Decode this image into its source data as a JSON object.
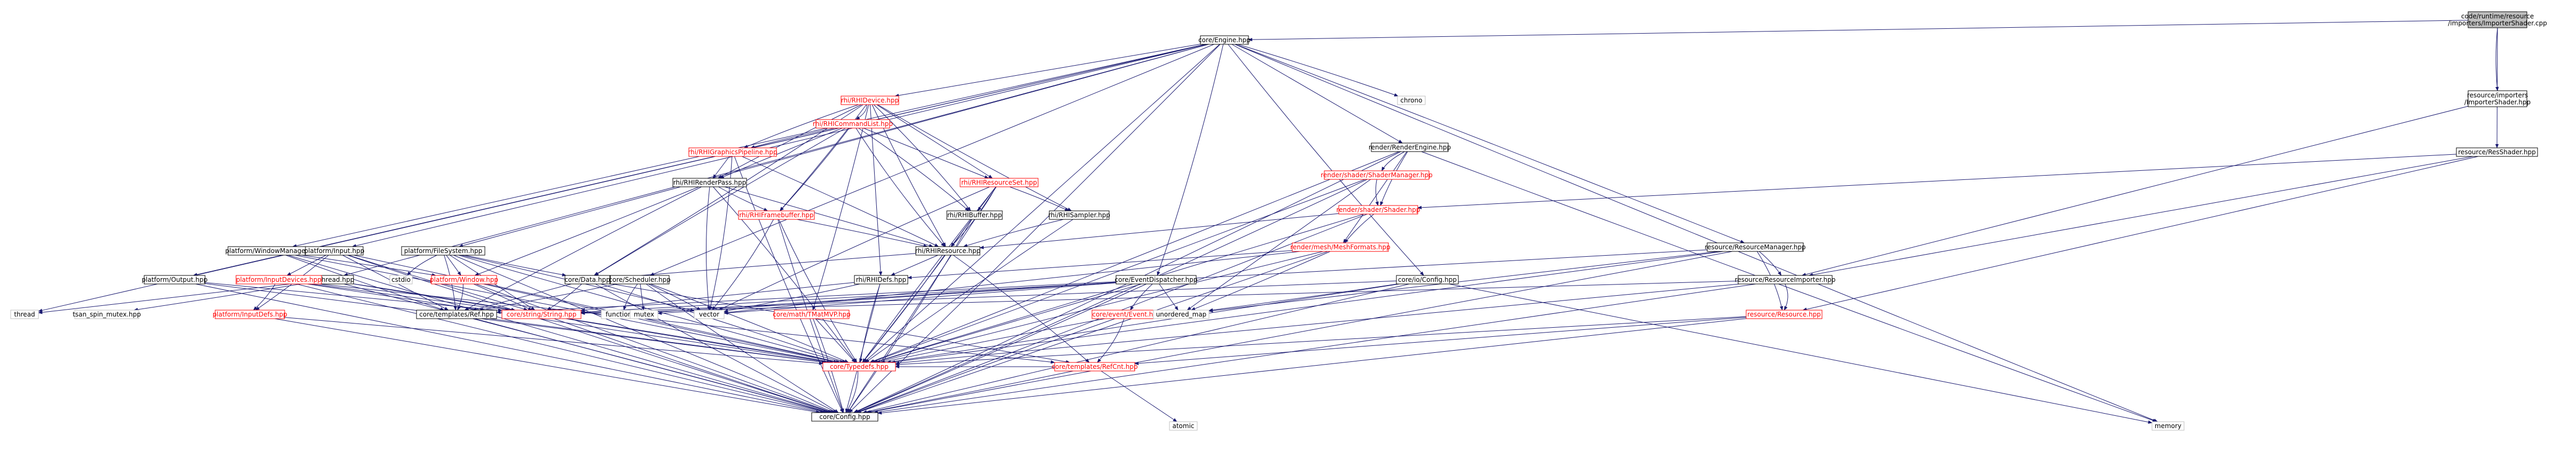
{
  "nodes": {
    "importer_cpp": {
      "lines": [
        "code/runtime/resource",
        "/importers/ImporterShader.cpp"
      ],
      "kind": "root"
    },
    "engine": {
      "lines": [
        "core/Engine.hpp"
      ],
      "kind": "normal"
    },
    "rhidevice": {
      "lines": [
        "rhi/RHIDevice.hpp"
      ],
      "kind": "red"
    },
    "chrono": {
      "lines": [
        "chrono"
      ],
      "kind": "leaf"
    },
    "resimpshader": {
      "lines": [
        "resource/importers",
        "/ImporterShader.hpp"
      ],
      "kind": "normal"
    },
    "resshader": {
      "lines": [
        "resource/ResShader.hpp"
      ],
      "kind": "normal"
    },
    "rhicmdlist": {
      "lines": [
        "rhi/RHICommandList.hpp"
      ],
      "kind": "red"
    },
    "rhigfxpipe": {
      "lines": [
        "rhi/RHIGraphicsPipeline.hpp"
      ],
      "kind": "red"
    },
    "rhirenderpass": {
      "lines": [
        "rhi/RHIRenderPass.hpp"
      ],
      "kind": "normal"
    },
    "rhiresset": {
      "lines": [
        "rhi/RHIResourceSet.hpp"
      ],
      "kind": "red"
    },
    "rhiframebuffer": {
      "lines": [
        "rhi/RHIFramebuffer.hpp"
      ],
      "kind": "red"
    },
    "rhibuffer": {
      "lines": [
        "rhi/RHIBuffer.hpp"
      ],
      "kind": "normal"
    },
    "rhisampler": {
      "lines": [
        "rhi/RHISampler.hpp"
      ],
      "kind": "normal"
    },
    "rhiresource": {
      "lines": [
        "rhi/RHIResource.hpp"
      ],
      "kind": "normal"
    },
    "rhidefs": {
      "lines": [
        "rhi/RHIDefs.hpp"
      ],
      "kind": "normal"
    },
    "renderengine": {
      "lines": [
        "render/RenderEngine.hpp"
      ],
      "kind": "normal"
    },
    "shadermanager": {
      "lines": [
        "render/shader/ShaderManager.hpp"
      ],
      "kind": "red"
    },
    "shader": {
      "lines": [
        "render/shader/Shader.hpp"
      ],
      "kind": "red"
    },
    "meshformats": {
      "lines": [
        "render/mesh/MeshFormats.hpp"
      ],
      "kind": "red"
    },
    "resmanager": {
      "lines": [
        "resource/ResourceManager.hpp"
      ],
      "kind": "normal"
    },
    "resimporter": {
      "lines": [
        "resource/ResourceImporter.hpp"
      ],
      "kind": "normal"
    },
    "resresource": {
      "lines": [
        "resource/Resource.hpp"
      ],
      "kind": "red"
    },
    "ioconfig": {
      "lines": [
        "core/io/Config.hpp"
      ],
      "kind": "normal"
    },
    "eventdispatcher": {
      "lines": [
        "core/EventDispatcher.hpp"
      ],
      "kind": "normal"
    },
    "event": {
      "lines": [
        "core/event/Event.hpp"
      ],
      "kind": "red"
    },
    "tmatmvp": {
      "lines": [
        "core/math/TMatMVP.hpp"
      ],
      "kind": "red"
    },
    "data": {
      "lines": [
        "core/Data.hpp"
      ],
      "kind": "normal"
    },
    "scheduler": {
      "lines": [
        "core/Scheduler.hpp"
      ],
      "kind": "normal"
    },
    "thread": {
      "lines": [
        "core/Thread.hpp"
      ],
      "kind": "normal"
    },
    "filesystem": {
      "lines": [
        "platform/FileSystem.hpp"
      ],
      "kind": "normal"
    },
    "winmanager": {
      "lines": [
        "platform/WindowManager.hpp"
      ],
      "kind": "normal"
    },
    "pinput": {
      "lines": [
        "platform/Input.hpp"
      ],
      "kind": "normal"
    },
    "inputdevices": {
      "lines": [
        "platform/InputDevices.hpp"
      ],
      "kind": "red"
    },
    "inputdefs": {
      "lines": [
        "platform/InputDefs.hpp"
      ],
      "kind": "red"
    },
    "window": {
      "lines": [
        "platform/Window.hpp"
      ],
      "kind": "red"
    },
    "poutput": {
      "lines": [
        "platform/Output.hpp"
      ],
      "kind": "normal"
    },
    "ref": {
      "lines": [
        "core/templates/Ref.hpp"
      ],
      "kind": "normal"
    },
    "string": {
      "lines": [
        "core/string/String.hpp"
      ],
      "kind": "red"
    },
    "refcnt": {
      "lines": [
        "core/templates/RefCnt.hpp"
      ],
      "kind": "red"
    },
    "typedefs": {
      "lines": [
        "core/Typedefs.hpp"
      ],
      "kind": "red"
    },
    "config": {
      "lines": [
        "core/Config.hpp"
      ],
      "kind": "normal"
    },
    "cstdio": {
      "lines": [
        "cstdio"
      ],
      "kind": "leaf"
    },
    "functional": {
      "lines": [
        "functional"
      ],
      "kind": "leaf"
    },
    "mutex": {
      "lines": [
        "mutex"
      ],
      "kind": "leaf"
    },
    "vector": {
      "lines": [
        "vector"
      ],
      "kind": "leaf"
    },
    "unordered_map": {
      "lines": [
        "unordered_map"
      ],
      "kind": "leaf"
    },
    "thread_std": {
      "lines": [
        "thread"
      ],
      "kind": "leaf"
    },
    "tsm": {
      "lines": [
        "tsan_spin_mutex.hpp"
      ],
      "kind": "leaf"
    },
    "atomic": {
      "lines": [
        "atomic"
      ],
      "kind": "leaf"
    },
    "memory": {
      "lines": [
        "memory"
      ],
      "kind": "leaf"
    }
  },
  "edges": [
    [
      "importer_cpp",
      "engine"
    ],
    [
      "importer_cpp",
      "resimpshader"
    ],
    [
      "importer_cpp",
      "resshader"
    ],
    [
      "engine",
      "rhidevice"
    ],
    [
      "engine",
      "chrono"
    ],
    [
      "engine",
      "memory"
    ],
    [
      "engine",
      "thread_std"
    ],
    [
      "engine",
      "renderengine"
    ],
    [
      "engine",
      "resmanager"
    ],
    [
      "engine",
      "eventdispatcher"
    ],
    [
      "engine",
      "ioconfig"
    ],
    [
      "engine",
      "scheduler"
    ],
    [
      "engine",
      "thread"
    ],
    [
      "engine",
      "filesystem"
    ],
    [
      "engine",
      "winmanager"
    ],
    [
      "engine",
      "pinput"
    ],
    [
      "engine",
      "poutput"
    ],
    [
      "engine",
      "typedefs"
    ],
    [
      "engine",
      "config"
    ],
    [
      "rhidevice",
      "rhicmdlist"
    ],
    [
      "rhidevice",
      "rhigfxpipe"
    ],
    [
      "rhidevice",
      "rhirenderpass"
    ],
    [
      "rhidevice",
      "rhiresset"
    ],
    [
      "rhidevice",
      "rhiframebuffer"
    ],
    [
      "rhidevice",
      "rhibuffer"
    ],
    [
      "rhidevice",
      "rhisampler"
    ],
    [
      "rhidevice",
      "rhiresource"
    ],
    [
      "rhidevice",
      "rhidefs"
    ],
    [
      "rhidevice",
      "tmatmvp"
    ],
    [
      "rhidevice",
      "data"
    ],
    [
      "rhicmdlist",
      "rhigfxpipe"
    ],
    [
      "rhicmdlist",
      "rhirenderpass"
    ],
    [
      "rhicmdlist",
      "rhiresset"
    ],
    [
      "rhicmdlist",
      "rhiframebuffer"
    ],
    [
      "rhicmdlist",
      "rhibuffer"
    ],
    [
      "rhicmdlist",
      "rhiresource"
    ],
    [
      "rhicmdlist",
      "data"
    ],
    [
      "rhigfxpipe",
      "rhirenderpass"
    ],
    [
      "rhigfxpipe",
      "rhiresource"
    ],
    [
      "rhigfxpipe",
      "vector"
    ],
    [
      "rhigfxpipe",
      "config"
    ],
    [
      "rhirenderpass",
      "rhiframebuffer"
    ],
    [
      "rhirenderpass",
      "rhiresource"
    ],
    [
      "rhirenderpass",
      "window"
    ],
    [
      "rhirenderpass",
      "typedefs"
    ],
    [
      "rhirenderpass",
      "vector"
    ],
    [
      "rhirenderpass",
      "ref"
    ],
    [
      "rhiresset",
      "rhibuffer"
    ],
    [
      "rhiresset",
      "rhisampler"
    ],
    [
      "rhiresset",
      "rhiresource"
    ],
    [
      "rhiresset",
      "vector"
    ],
    [
      "rhiresset",
      "typedefs"
    ],
    [
      "rhiresset",
      "config"
    ],
    [
      "rhiframebuffer",
      "rhiresource"
    ],
    [
      "rhiframebuffer",
      "vector"
    ],
    [
      "rhiframebuffer",
      "typedefs"
    ],
    [
      "rhiframebuffer",
      "config"
    ],
    [
      "rhibuffer",
      "rhiresource"
    ],
    [
      "rhibuffer",
      "typedefs"
    ],
    [
      "rhibuffer",
      "config"
    ],
    [
      "rhisampler",
      "rhiresource"
    ],
    [
      "rhisampler",
      "typedefs"
    ],
    [
      "rhiresource",
      "rhidefs"
    ],
    [
      "rhiresource",
      "typedefs"
    ],
    [
      "rhiresource",
      "refcnt"
    ],
    [
      "rhiresource",
      "data"
    ],
    [
      "rhidefs",
      "typedefs"
    ],
    [
      "rhidefs",
      "config"
    ],
    [
      "rhidefs",
      "string"
    ],
    [
      "rhidefs",
      "vector"
    ],
    [
      "renderengine",
      "shadermanager"
    ],
    [
      "renderengine",
      "shader"
    ],
    [
      "renderengine",
      "meshformats"
    ],
    [
      "renderengine",
      "typedefs"
    ],
    [
      "renderengine",
      "config"
    ],
    [
      "renderengine",
      "memory"
    ],
    [
      "shadermanager",
      "shader"
    ],
    [
      "shadermanager",
      "unordered_map"
    ],
    [
      "shadermanager",
      "typedefs"
    ],
    [
      "shadermanager",
      "config"
    ],
    [
      "shader",
      "rhiresource"
    ],
    [
      "shader",
      "meshformats"
    ],
    [
      "shader",
      "typedefs"
    ],
    [
      "shader",
      "config"
    ],
    [
      "meshformats",
      "rhidefs"
    ],
    [
      "meshformats",
      "typedefs"
    ],
    [
      "meshformats",
      "config"
    ],
    [
      "meshformats",
      "vector"
    ],
    [
      "meshformats",
      "unordered_map"
    ],
    [
      "resshader",
      "resimporter"
    ],
    [
      "resshader",
      "resresource"
    ],
    [
      "resshader",
      "shader"
    ],
    [
      "resimpshader",
      "resimporter"
    ],
    [
      "resmanager",
      "resimporter"
    ],
    [
      "resmanager",
      "resresource"
    ],
    [
      "resmanager",
      "typedefs"
    ],
    [
      "resmanager",
      "config"
    ],
    [
      "resmanager",
      "unordered_map"
    ],
    [
      "resmanager",
      "string"
    ],
    [
      "resimporter",
      "resresource"
    ],
    [
      "resimporter",
      "typedefs"
    ],
    [
      "resimporter",
      "config"
    ],
    [
      "resimporter",
      "string"
    ],
    [
      "resresource",
      "typedefs"
    ],
    [
      "resresource",
      "refcnt"
    ],
    [
      "resresource",
      "config"
    ],
    [
      "ioconfig",
      "typedefs"
    ],
    [
      "ioconfig",
      "config"
    ],
    [
      "ioconfig",
      "string"
    ],
    [
      "ioconfig",
      "unordered_map"
    ],
    [
      "ioconfig",
      "memory"
    ],
    [
      "eventdispatcher",
      "event"
    ],
    [
      "eventdispatcher",
      "typedefs"
    ],
    [
      "eventdispatcher",
      "config"
    ],
    [
      "eventdispatcher",
      "functional"
    ],
    [
      "eventdispatcher",
      "mutex"
    ],
    [
      "eventdispatcher",
      "vector"
    ],
    [
      "eventdispatcher",
      "unordered_map"
    ],
    [
      "eventdispatcher",
      "ref"
    ],
    [
      "event",
      "refcnt"
    ],
    [
      "event",
      "typedefs"
    ],
    [
      "event",
      "config"
    ],
    [
      "tmatmvp",
      "typedefs"
    ],
    [
      "tmatmvp",
      "config"
    ],
    [
      "data",
      "typedefs"
    ],
    [
      "data",
      "config"
    ],
    [
      "data",
      "refcnt"
    ],
    [
      "data",
      "ref"
    ],
    [
      "data",
      "string"
    ],
    [
      "scheduler",
      "typedefs"
    ],
    [
      "scheduler",
      "config"
    ],
    [
      "scheduler",
      "functional"
    ],
    [
      "scheduler",
      "mutex"
    ],
    [
      "scheduler",
      "vector"
    ],
    [
      "scheduler",
      "ref"
    ],
    [
      "thread",
      "typedefs"
    ],
    [
      "thread",
      "config"
    ],
    [
      "thread",
      "thread_std"
    ],
    [
      "thread",
      "tsm"
    ],
    [
      "thread",
      "string"
    ],
    [
      "filesystem",
      "typedefs"
    ],
    [
      "filesystem",
      "config"
    ],
    [
      "filesystem",
      "string"
    ],
    [
      "filesystem",
      "ref"
    ],
    [
      "filesystem",
      "vector"
    ],
    [
      "filesystem",
      "cstdio"
    ],
    [
      "filesystem",
      "data"
    ],
    [
      "filesystem",
      "window"
    ],
    [
      "winmanager",
      "window"
    ],
    [
      "winmanager",
      "typedefs"
    ],
    [
      "winmanager",
      "config"
    ],
    [
      "winmanager",
      "ref"
    ],
    [
      "pinput",
      "inputdevices"
    ],
    [
      "pinput",
      "inputdefs"
    ],
    [
      "pinput",
      "typedefs"
    ],
    [
      "pinput",
      "config"
    ],
    [
      "pinput",
      "string"
    ],
    [
      "pinput",
      "ref"
    ],
    [
      "inputdevices",
      "inputdefs"
    ],
    [
      "inputdevices",
      "typedefs"
    ],
    [
      "inputdevices",
      "config"
    ],
    [
      "inputdevices",
      "string"
    ],
    [
      "inputdevices",
      "refcnt"
    ],
    [
      "inputdefs",
      "typedefs"
    ],
    [
      "inputdefs",
      "config"
    ],
    [
      "window",
      "typedefs"
    ],
    [
      "window",
      "config"
    ],
    [
      "window",
      "string"
    ],
    [
      "window",
      "ref"
    ],
    [
      "poutput",
      "typedefs"
    ],
    [
      "poutput",
      "config"
    ],
    [
      "poutput",
      "string"
    ],
    [
      "ref",
      "typedefs"
    ],
    [
      "ref",
      "config"
    ],
    [
      "string",
      "typedefs"
    ],
    [
      "string",
      "config"
    ],
    [
      "refcnt",
      "typedefs"
    ],
    [
      "refcnt",
      "atomic"
    ],
    [
      "refcnt",
      "config"
    ],
    [
      "typedefs",
      "config"
    ]
  ],
  "colors": {
    "edge": "#191970",
    "node_border_normal": "#000000",
    "node_border_red": "#ff0000",
    "node_border_leaf": "#bfbfbf",
    "root_fill": "#bfbfbf",
    "node_fill": "#ffffff",
    "text_normal": "#000000",
    "text_red": "#ff0000",
    "text_leaf": "#000000"
  }
}
